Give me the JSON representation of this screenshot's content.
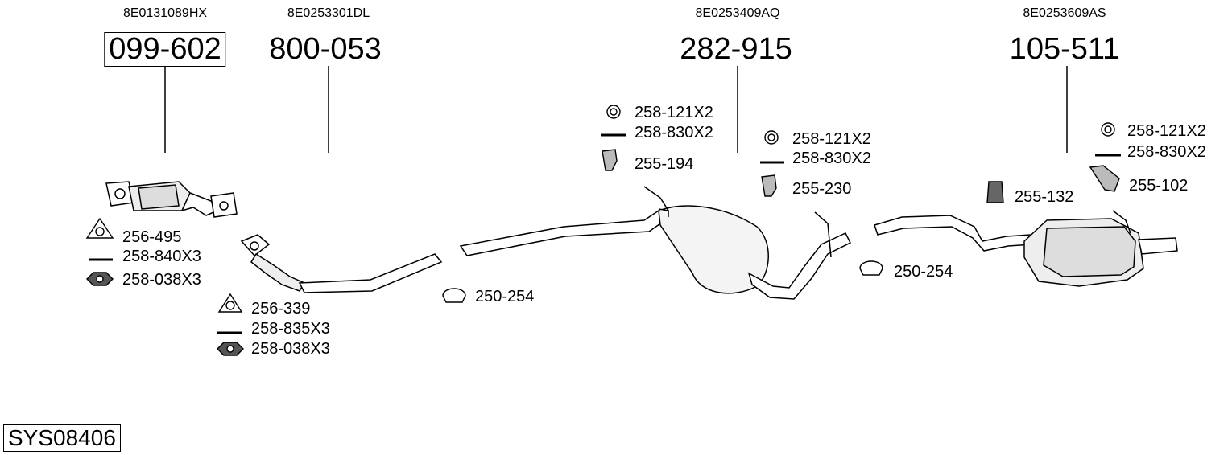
{
  "assemblies": [
    {
      "oem": "8E0131089HX",
      "part": "099-602"
    },
    {
      "oem": "8E0253301DL",
      "part": "800-053"
    },
    {
      "oem": "8E0253409AQ",
      "part": "282-915"
    },
    {
      "oem": "8E0253609AS",
      "part": "105-511"
    }
  ],
  "accessories": {
    "g1": [
      "256-495",
      "258-840X3",
      "258-038X3"
    ],
    "g2": [
      "256-339",
      "258-835X3",
      "258-038X3"
    ],
    "clamp_front": "250-254",
    "mid_seal": "258-121X2",
    "mid_bolt": "258-830X2",
    "mid_hanger": "255-194",
    "mid2_seal": "258-121X2",
    "mid2_bolt": "258-830X2",
    "mid2_hanger": "255-230",
    "clamp_rear": "250-254",
    "rear_mount": "255-132",
    "rear_seal": "258-121X2",
    "rear_bolt": "258-830X2",
    "rear_hanger": "255-102"
  },
  "system_id": "SYS08406"
}
